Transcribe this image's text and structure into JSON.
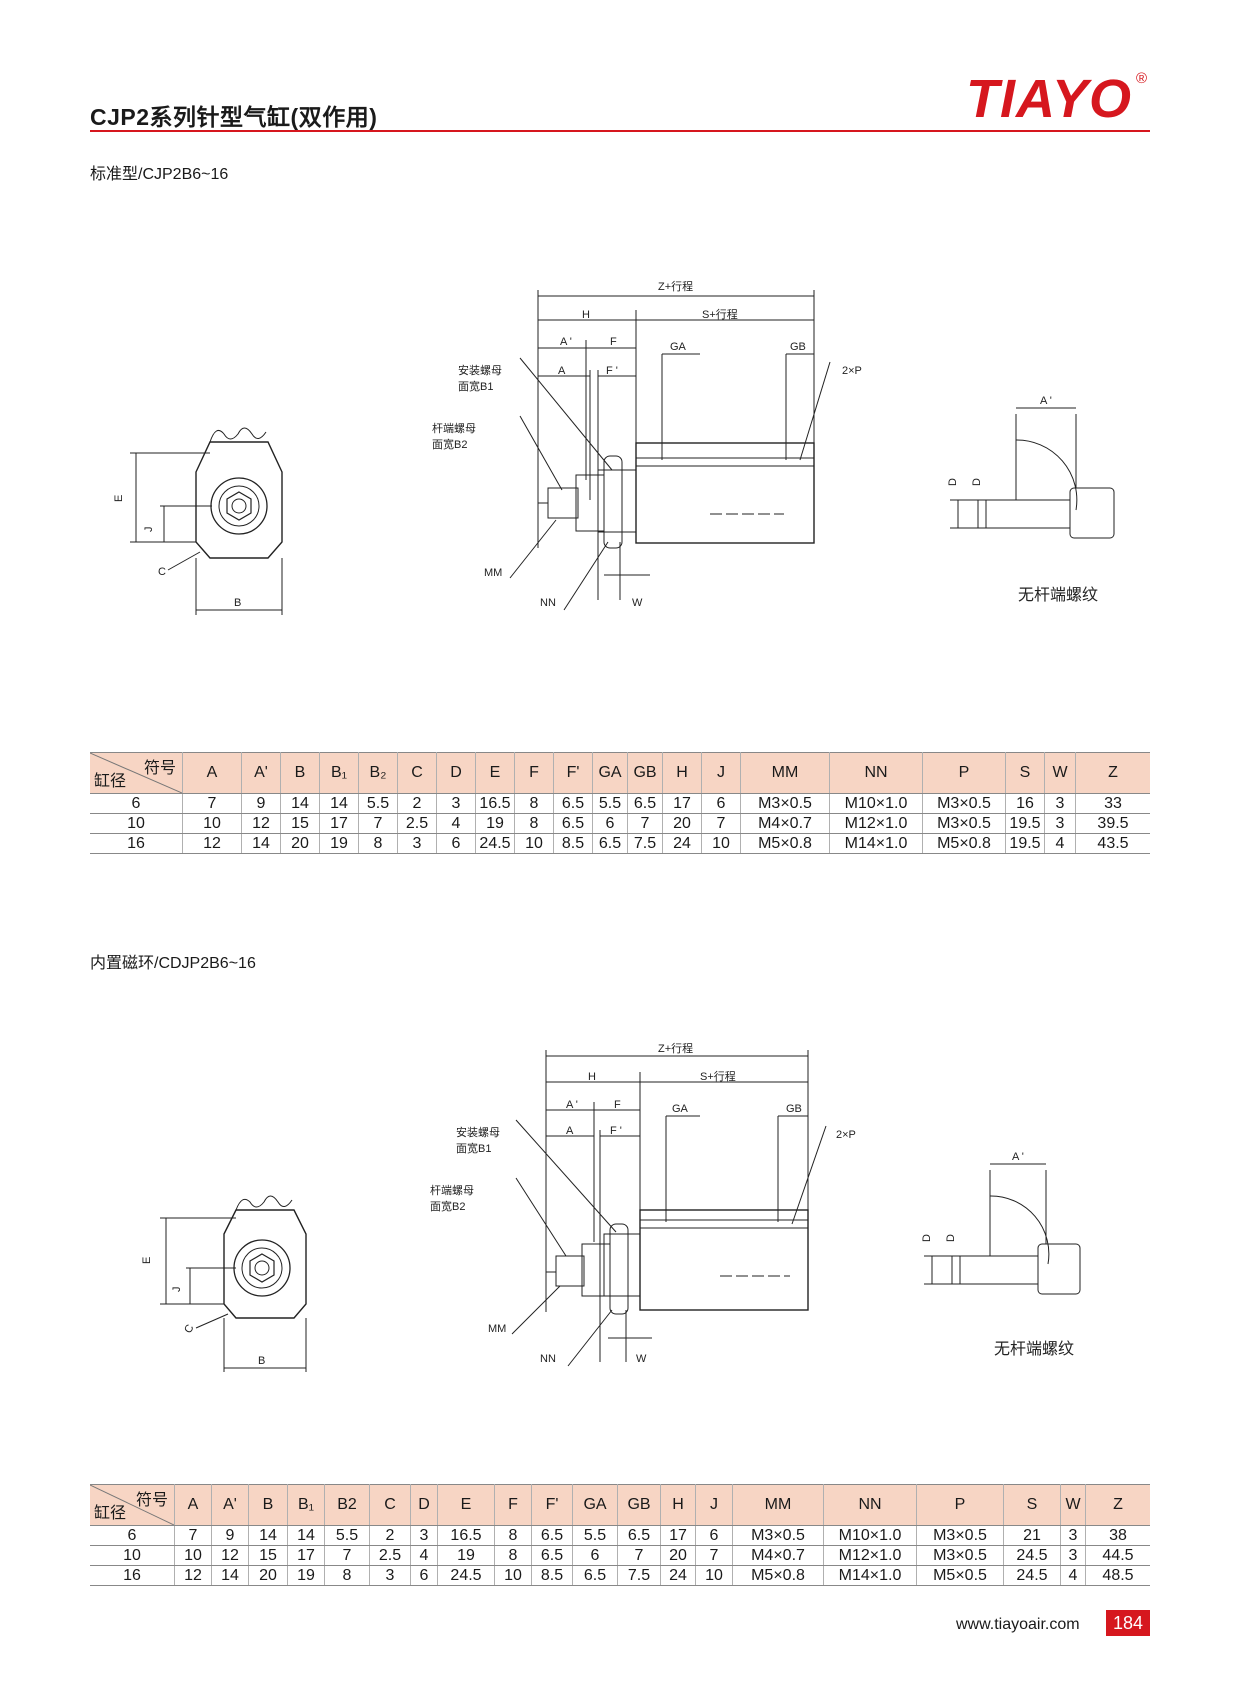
{
  "header": {
    "title": "CJP2系列针型气缸(双作用)",
    "logo": "TIAYO",
    "registered_mark": "®"
  },
  "colors": {
    "accent": "#d6171e",
    "table_header_bg": "#f7d5c4"
  },
  "sections": [
    {
      "label": "标准型/CJP2B6~16",
      "drawing_labels": {
        "z_stroke": "Z+行程",
        "h": "H",
        "s_stroke": "S+行程",
        "a_prime": "A '",
        "f": "F",
        "ga": "GA",
        "gb": "GB",
        "a": "A",
        "f_prime": "F '",
        "two_p": "2×P",
        "mount_nut": "安装螺母",
        "face_b1": "面宽B1",
        "rod_nut": "杆端螺母",
        "face_b2": "面宽B2",
        "mm": "MM",
        "nn": "NN",
        "w": "W",
        "e": "E",
        "j": "J",
        "c": "C",
        "b": "B",
        "d1": "D",
        "d2": "D",
        "a_prime_side": "A '",
        "no_rod_thread": "无杆端螺纹"
      },
      "table": {
        "corner_symbol": "符号",
        "corner_bore": "缸径",
        "headers": [
          "A",
          "A'",
          "B",
          "B₁",
          "B₂",
          "C",
          "D",
          "E",
          "F",
          "F'",
          "GA",
          "GB",
          "H",
          "J",
          "MM",
          "NN",
          "P",
          "S",
          "W",
          "Z"
        ],
        "rows": [
          [
            "6",
            "7",
            "9",
            "14",
            "14",
            "5.5",
            "2",
            "3",
            "16.5",
            "8",
            "6.5",
            "5.5",
            "6.5",
            "17",
            "6",
            "M3×0.5",
            "M10×1.0",
            "M3×0.5",
            "16",
            "3",
            "33"
          ],
          [
            "10",
            "10",
            "12",
            "15",
            "17",
            "7",
            "2.5",
            "4",
            "19",
            "8",
            "6.5",
            "6",
            "7",
            "20",
            "7",
            "M4×0.7",
            "M12×1.0",
            "M3×0.5",
            "19.5",
            "3",
            "39.5"
          ],
          [
            "16",
            "12",
            "14",
            "20",
            "19",
            "8",
            "3",
            "6",
            "24.5",
            "10",
            "8.5",
            "6.5",
            "7.5",
            "24",
            "10",
            "M5×0.8",
            "M14×1.0",
            "M5×0.8",
            "19.5",
            "4",
            "43.5"
          ]
        ]
      }
    },
    {
      "label": "内置磁环/CDJP2B6~16",
      "drawing_labels": {
        "z_stroke": "Z+行程",
        "h": "H",
        "s_stroke": "S+行程",
        "a_prime": "A '",
        "f": "F",
        "ga": "GA",
        "gb": "GB",
        "a": "A",
        "f_prime": "F '",
        "two_p": "2×P",
        "mount_nut": "安装螺母",
        "face_b1": "面宽B1",
        "rod_nut": "杆端螺母",
        "face_b2": "面宽B2",
        "mm": "MM",
        "nn": "NN",
        "w": "W",
        "e": "E",
        "j": "J",
        "c": "C",
        "b": "B",
        "d1": "D",
        "d2": "D",
        "a_prime_side": "A '",
        "no_rod_thread": "无杆端螺纹"
      },
      "table": {
        "corner_symbol": "符号",
        "corner_bore": "缸径",
        "headers": [
          "A",
          "A'",
          "B",
          "B₁",
          "B2",
          "C",
          "D",
          "E",
          "F",
          "F'",
          "GA",
          "GB",
          "H",
          "J",
          "MM",
          "NN",
          "P",
          "S",
          "W",
          "Z"
        ],
        "rows": [
          [
            "6",
            "7",
            "9",
            "14",
            "14",
            "5.5",
            "2",
            "3",
            "16.5",
            "8",
            "6.5",
            "5.5",
            "6.5",
            "17",
            "6",
            "M3×0.5",
            "M10×1.0",
            "M3×0.5",
            "21",
            "3",
            "38"
          ],
          [
            "10",
            "10",
            "12",
            "15",
            "17",
            "7",
            "2.5",
            "4",
            "19",
            "8",
            "6.5",
            "6",
            "7",
            "20",
            "7",
            "M4×0.7",
            "M12×1.0",
            "M3×0.5",
            "24.5",
            "3",
            "44.5"
          ],
          [
            "16",
            "12",
            "14",
            "20",
            "19",
            "8",
            "3",
            "6",
            "24.5",
            "10",
            "8.5",
            "6.5",
            "7.5",
            "24",
            "10",
            "M5×0.8",
            "M14×1.0",
            "M5×0.5",
            "24.5",
            "4",
            "48.5"
          ]
        ]
      }
    }
  ],
  "footer": {
    "url": "www.tiayoair.com",
    "page": "184"
  }
}
